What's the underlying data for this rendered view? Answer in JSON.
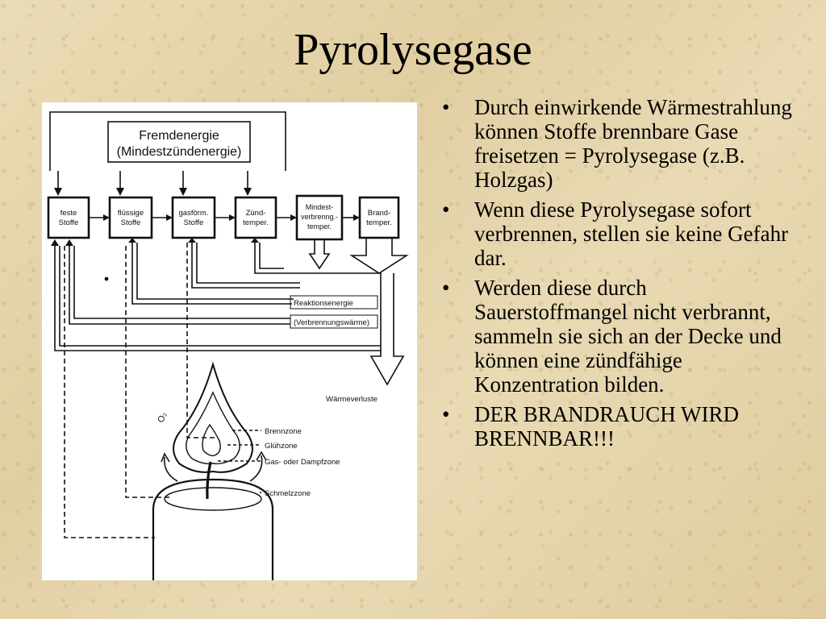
{
  "slide": {
    "title": "Pyrolysegase",
    "bullets": [
      "Durch einwirkende Wärmestrahlung können Stoffe brennbare Gase freisetzen = Pyrolysegase (z.B. Holzgas)",
      "Wenn diese Pyrolysegase sofort verbrennen, stellen sie keine Gefahr dar.",
      "Werden diese durch Sauerstoffmangel nicht verbrannt, sammeln sie sich an der Decke und können eine zündfähige Konzentration bilden.",
      "DER BRANDRAUCH WIRD BRENNBAR!!!"
    ],
    "bullet_symbol": "•"
  },
  "diagram": {
    "energy_box": {
      "line1": "Fremdenergie",
      "line2": "(Mindestzündenergie)"
    },
    "stages": [
      {
        "line1": "feste",
        "line2": "Stoffe"
      },
      {
        "line1": "flüssige",
        "line2": "Stoffe"
      },
      {
        "line1": "gasförm.",
        "line2": "Stoffe"
      },
      {
        "line1": "Zünd-",
        "line2": "temper."
      },
      {
        "line1": "Mindest-",
        "line2": "verbrenng.-",
        "line3": "temper."
      },
      {
        "line1": "Brand-",
        "line2": "temper."
      }
    ],
    "reaction_label": "Reaktionsenergie",
    "combustion_label": "(Verbrennungswärme)",
    "heat_loss_label": "Wärmeverluste",
    "oxygen_label": "O₂",
    "zones": [
      "Brennzone",
      "Glühzone",
      "Gas- oder Dampfzone",
      "Schmelzzone"
    ]
  }
}
